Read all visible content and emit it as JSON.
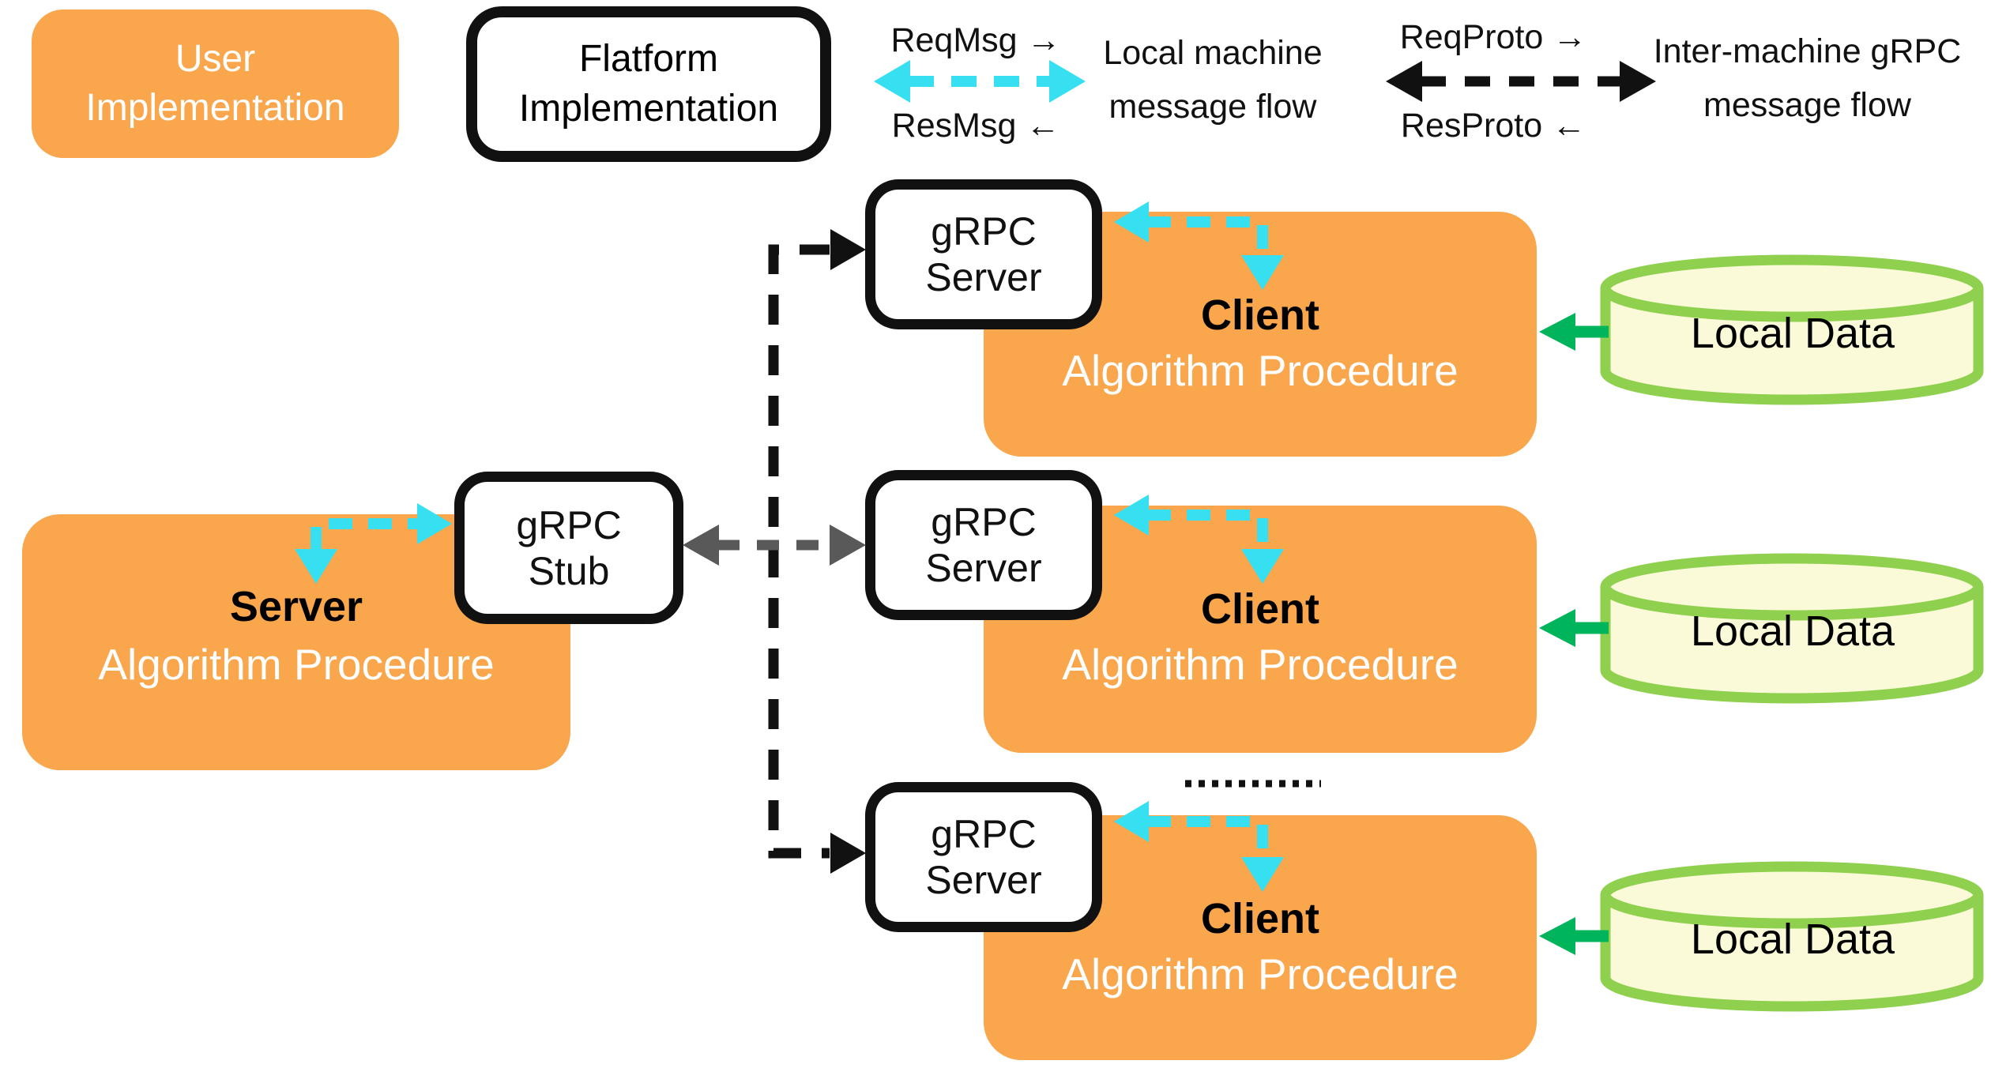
{
  "palette": {
    "orange": "#F9A64D",
    "cyan": "#36E0F0",
    "green_arrow": "#00B45C",
    "cylinder_border": "#8FD14F",
    "cylinder_fill": "#FAFAD8",
    "gray": "#595959",
    "ink": "#111111"
  },
  "legend": {
    "user_box_label": "User\nImplementation",
    "platform_box_label": "Flatform\nImplementation",
    "local_flow": {
      "request": "ReqMsg →",
      "response": "ResMsg ←",
      "description": "Local machine\nmessage flow"
    },
    "grpc_flow": {
      "request": "ReqProto →",
      "response": "ResProto ←",
      "description": "Inter-machine gRPC\nmessage flow"
    }
  },
  "server_node": {
    "role": "Server",
    "procedure": "Algorithm Procedure",
    "stub_label": "gRPC\nStub"
  },
  "grpc_server_box_label": "gRPC\nServer",
  "clients": [
    {
      "role": "Client",
      "procedure": "Algorithm Procedure",
      "datastore": "Local Data"
    },
    {
      "role": "Client",
      "procedure": "Algorithm Procedure",
      "datastore": "Local Data"
    },
    {
      "role": "Client",
      "procedure": "Algorithm Procedure",
      "datastore": "Local Data"
    }
  ],
  "annotations": {
    "more_clients_ellipsis": true
  }
}
